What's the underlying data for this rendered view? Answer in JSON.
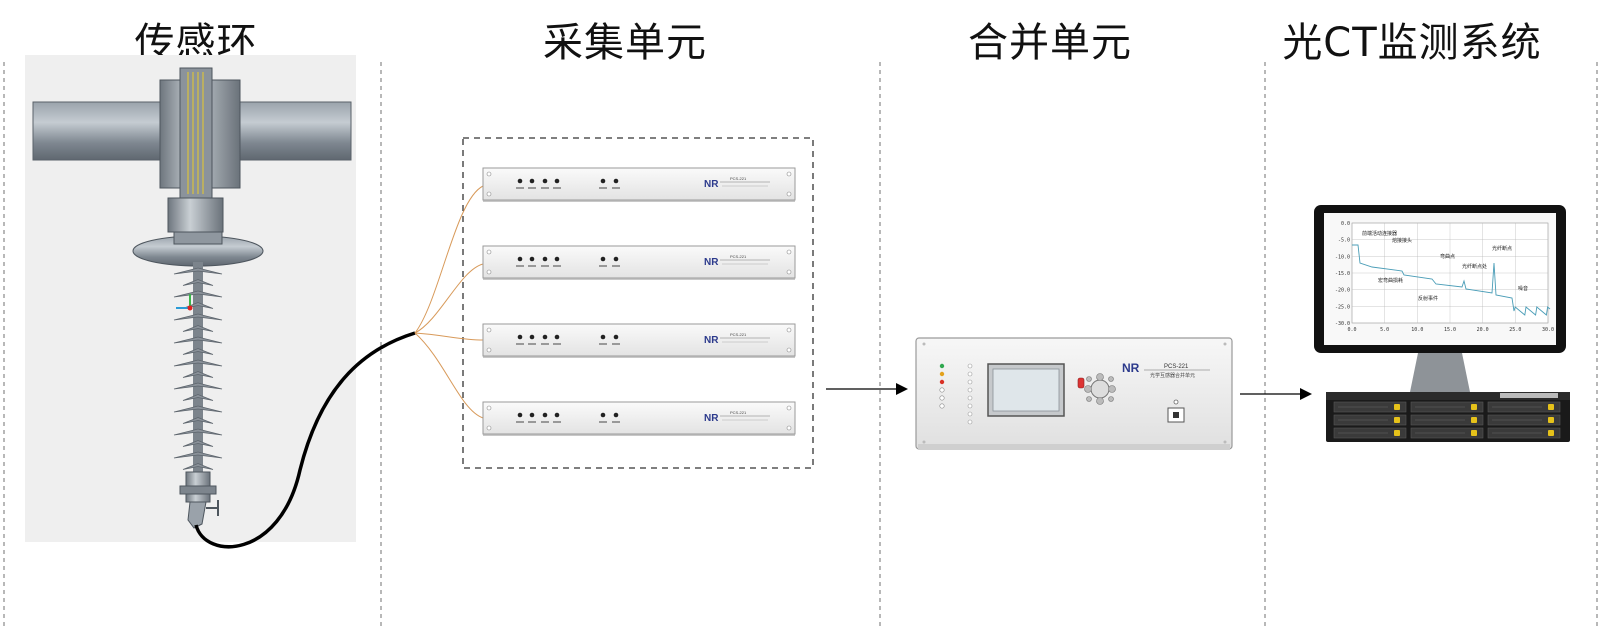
{
  "titles": {
    "sensor": "传感环",
    "acquisition": "采集单元",
    "merging": "合并单元",
    "monitoring": "光CT监测系统"
  },
  "acquisition_unit": {
    "brand": "NR",
    "model": "PCS-221"
  },
  "merging_unit": {
    "brand": "NR",
    "model": "PCS-221",
    "subtitle": "光学互感器合并单元"
  },
  "monitor_screen": {
    "y_ticks": [
      "0.0",
      "-5.0",
      "-10.0",
      "-15.0",
      "-20.0",
      "-25.0",
      "-30.0"
    ],
    "x_ticks": [
      "0.0",
      "5.0",
      "10.0",
      "15.0",
      "20.0",
      "25.0",
      "30.0"
    ],
    "annotations": [
      "前端活动连接器",
      "熔接接头",
      "弯曲点",
      "光纤断点",
      "宏弯曲损耗",
      "反射事件",
      "光纤断点处",
      "噪音"
    ]
  },
  "colors": {
    "divider": "#777777",
    "fiber": "#d89a5a",
    "cable": "#000000",
    "brand": "#2c3a8c"
  }
}
